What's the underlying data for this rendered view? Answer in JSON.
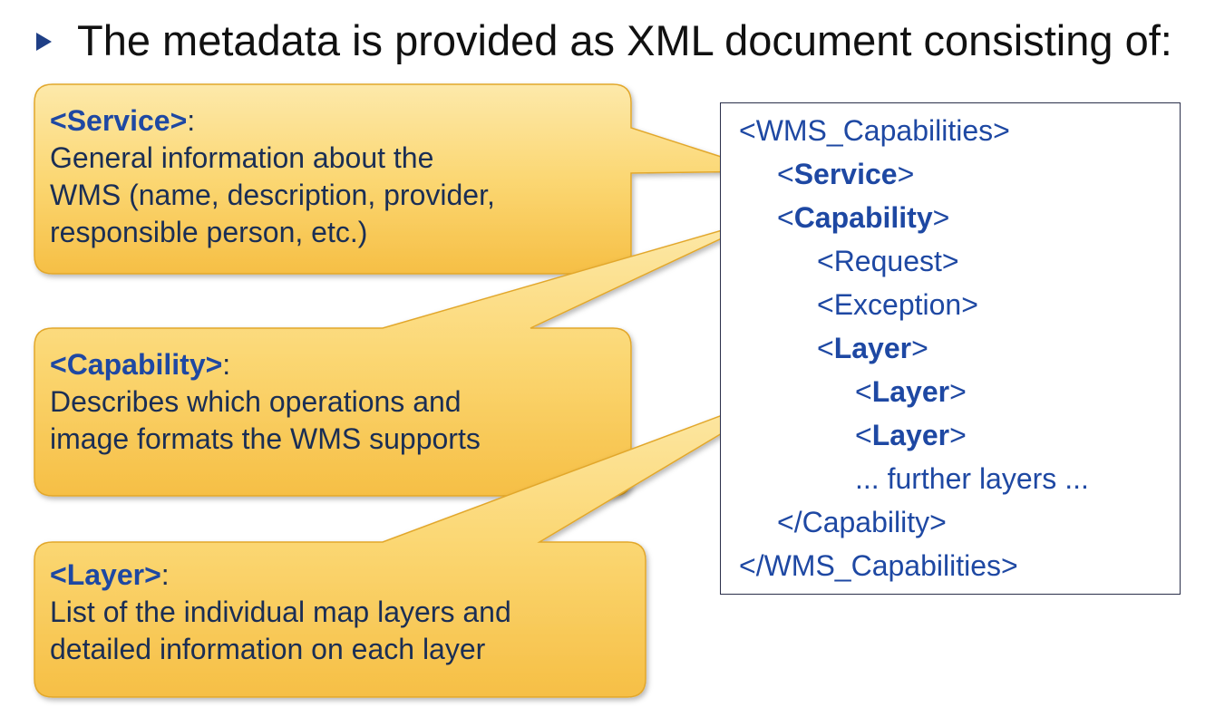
{
  "heading": {
    "bullet_icon": "triangle-right-icon",
    "text": "The metadata is provided as XML document consisting of:"
  },
  "callouts": [
    {
      "title": "<Service>",
      "colon": ":",
      "lines": [
        "General information about the",
        "WMS (name, description, provider,",
        "responsible person, etc.)"
      ]
    },
    {
      "title": "<Capability>",
      "colon": ":",
      "lines": [
        "Describes which operations and",
        "image formats the WMS supports"
      ]
    },
    {
      "title": "<Layer>",
      "colon": ":",
      "lines": [
        "List of the individual map layers and",
        "detailed information on each layer"
      ]
    }
  ],
  "xml": {
    "lines": [
      {
        "open": "<",
        "name": "WMS_Capabilities",
        "close": ">",
        "bold": false
      },
      {
        "open": "<",
        "name": "Service",
        "close": ">",
        "bold": true
      },
      {
        "open": "<",
        "name": "Capability",
        "close": ">",
        "bold": true
      },
      {
        "open": "<",
        "name": "Request",
        "close": ">",
        "bold": false
      },
      {
        "open": "<",
        "name": "Exception",
        "close": ">",
        "bold": false
      },
      {
        "open": "<",
        "name": "Layer",
        "close": ">",
        "bold": true
      },
      {
        "open": "<",
        "name": "Layer",
        "close": ">",
        "bold": true
      },
      {
        "open": "<",
        "name": "Layer",
        "close": ">",
        "bold": true
      },
      {
        "open": "",
        "name": "... further layers ...",
        "close": "",
        "bold": false
      },
      {
        "open": "</",
        "name": "Capability",
        "close": ">",
        "bold": false
      },
      {
        "open": "</",
        "name": "WMS_Capabilities",
        "close": ">",
        "bold": false
      }
    ]
  },
  "colors": {
    "callout_fill_top": "#fde7a3",
    "callout_fill_bottom": "#f7c046",
    "callout_stroke": "#e2a72c",
    "title_blue": "#1e48a3",
    "bullet_navy": "#1f3f86"
  }
}
